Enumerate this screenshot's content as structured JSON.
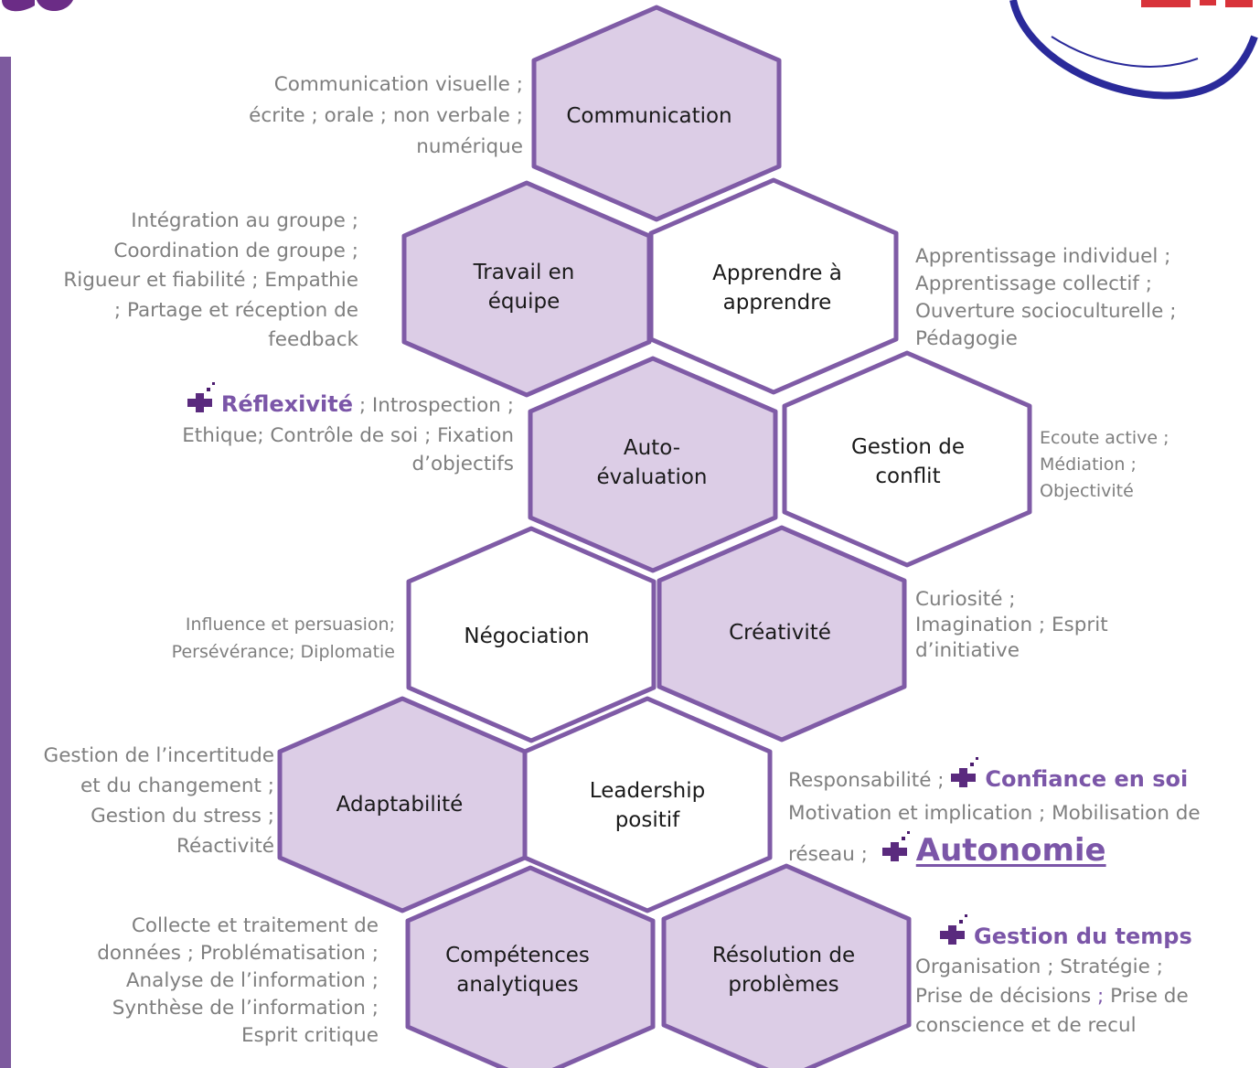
{
  "colors": {
    "hex_fill_purple": "#dccde6",
    "hex_fill_white": "#ffffff",
    "hex_stroke": "#7f5ba6",
    "accent": "#7b56a8",
    "desc_text": "#7f7f7f",
    "side_bar": "#7d5a9e"
  },
  "hexagons": [
    {
      "id": "communication",
      "fill": "purple",
      "lines": [
        "Communication"
      ]
    },
    {
      "id": "travail",
      "fill": "purple",
      "lines": [
        "Travail en",
        "équipe"
      ]
    },
    {
      "id": "apprendre",
      "fill": "white",
      "lines": [
        "Apprendre à",
        "apprendre"
      ]
    },
    {
      "id": "auto",
      "fill": "purple",
      "lines": [
        "Auto-",
        "évaluation"
      ]
    },
    {
      "id": "conflit",
      "fill": "white",
      "lines": [
        "Gestion de",
        "conflit"
      ]
    },
    {
      "id": "negociation",
      "fill": "white",
      "lines": [
        "Négociation"
      ]
    },
    {
      "id": "creativite",
      "fill": "purple",
      "lines": [
        "Créativité"
      ]
    },
    {
      "id": "adaptabilite",
      "fill": "purple",
      "lines": [
        "Adaptabilité"
      ]
    },
    {
      "id": "leadership",
      "fill": "white",
      "lines": [
        "Leadership",
        "positif"
      ]
    },
    {
      "id": "analytiques",
      "fill": "purple",
      "lines": [
        "Compétences",
        "analytiques"
      ]
    },
    {
      "id": "resolution",
      "fill": "purple",
      "lines": [
        "Résolution de",
        "problèmes"
      ]
    }
  ],
  "descriptions": {
    "communication": [
      "Communication visuelle ;",
      "écrite ; orale ; non verbale ;",
      "numérique"
    ],
    "travail": [
      "Intégration au groupe ;",
      "Coordination de groupe ;",
      "Rigueur et fiabilité ; Empathie",
      "; Partage et réception de",
      "feedback"
    ],
    "apprendre": [
      "Apprentissage individuel ;",
      "Apprentissage collectif ;",
      "Ouverture socioculturelle ;",
      "Pédagogie"
    ],
    "auto": {
      "highlight": "Réflexivité",
      "rest_first_line": " ; Introspection  ;",
      "lines": [
        "Ethique; Contrôle de soi ; Fixation",
        "d’objectifs"
      ]
    },
    "conflit": [
      "Ecoute active ;",
      "Médiation ;",
      "Objectivité"
    ],
    "negociation": [
      "Influence et persuasion;",
      "Persévérance; Diplomatie"
    ],
    "creativite": [
      "Curiosité ;",
      "Imagination ; Esprit",
      "d’initiative"
    ],
    "adaptabilite": [
      "Gestion de l’incertitude",
      "et du changement ;",
      "Gestion du stress ;",
      "Réactivité"
    ],
    "leadership": {
      "line1_prefix": "Responsabilité ;",
      "line1_highlight": "Confiance en soi",
      "line2": "Motivation et implication ; Mobilisation de",
      "line3_prefix": "réseau ;",
      "line3_highlight": "Autonomie"
    },
    "analytiques": [
      "Collecte et traitement de",
      "données ; Problématisation ;",
      "Analyse de l’information ;",
      "Synthèse de l’information ;",
      "Esprit critique"
    ],
    "resolution": {
      "highlight": "Gestion du temps",
      "line2": "Organisation ; Stratégie ;",
      "line3_prefix": "Prise de décisions ",
      "line3_semi": ";",
      "line3_suffix": " Prise de",
      "line4": "conscience et de recul"
    }
  },
  "icons": [
    "plus-sparkle-icon"
  ]
}
